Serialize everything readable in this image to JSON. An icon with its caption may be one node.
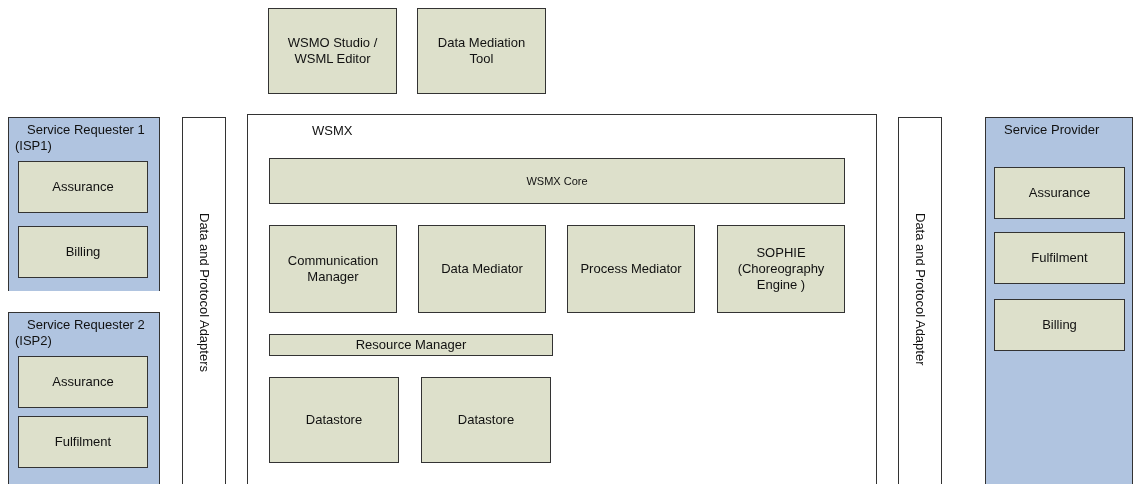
{
  "diagram": {
    "nodes": [
      {
        "text": [
          "WSMO Studio / WSML Editor"
        ]
      },
      {
        "text": [
          "Data Mediation Tool"
        ]
      },
      {
        "text": [
          "Service Requester 1 (ISP1)"
        ]
      },
      {
        "text": [
          "Assurance"
        ],
        "in": 2
      },
      {
        "text": [
          "Billing"
        ],
        "in": 2
      },
      {
        "text": [
          "Service Requester 2 (ISP2)"
        ]
      },
      {
        "text": [
          "Assurance"
        ],
        "in": 5
      },
      {
        "text": [
          "Fulfilment"
        ],
        "in": 5
      },
      {
        "text": [
          "Data and Protocol Adapters"
        ]
      },
      {
        "text": [
          "WSMX"
        ]
      },
      {
        "text": [
          "WSMX Core"
        ],
        "in": 9
      },
      {
        "text": [
          "Communication Manager"
        ],
        "in": 9
      },
      {
        "text": [
          "Data Mediator"
        ],
        "in": 9
      },
      {
        "text": [
          "Process Mediator"
        ],
        "in": 9
      },
      {
        "text": [
          "SOPHIE (Choreography Engine )"
        ],
        "in": 9
      },
      {
        "text": [
          "Resource Manager"
        ],
        "in": 9
      },
      {
        "text": [
          "Datastore"
        ],
        "in": 9
      },
      {
        "text": [
          "Datastore"
        ],
        "in": 9
      },
      {
        "text": [
          "Data and Protocol Adapter"
        ]
      },
      {
        "text": [
          "Service Provider"
        ]
      },
      {
        "text": [
          "Assurance"
        ],
        "in": 19
      },
      {
        "text": [
          "Fulfilment"
        ],
        "in": 19
      },
      {
        "text": [
          "Billing"
        ],
        "in": 19
      }
    ]
  }
}
